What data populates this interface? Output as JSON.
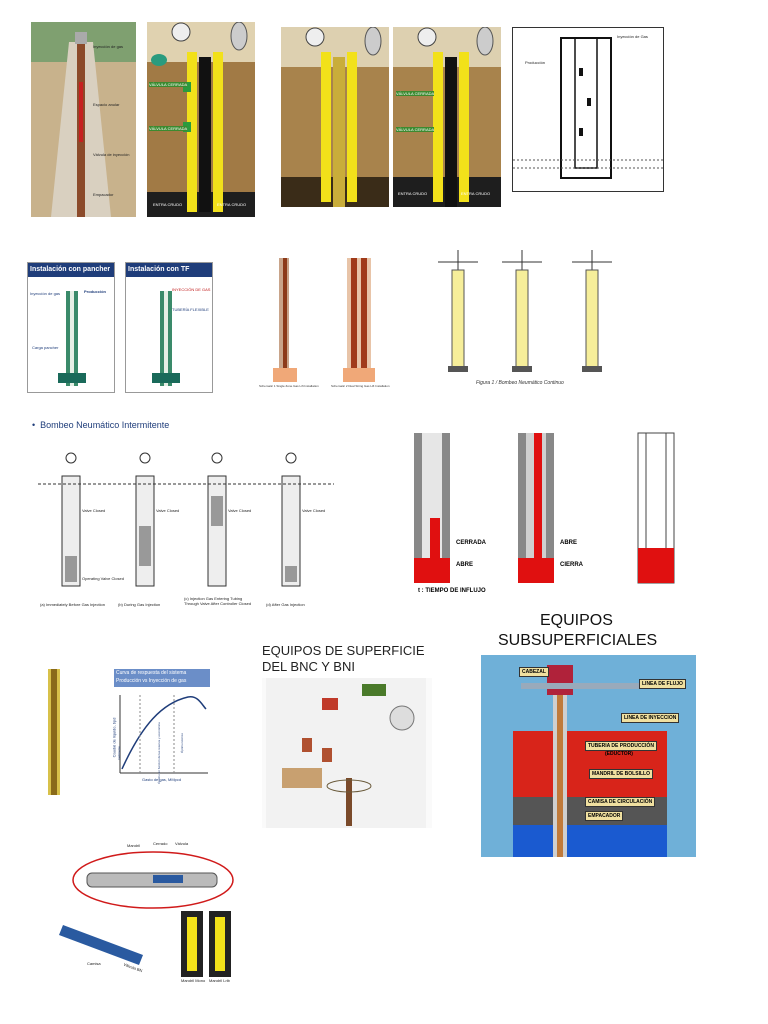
{
  "figures": {
    "well_cross": {
      "labels": [
        "Inyección de gas",
        "Espacio anular",
        "Válvula de inyección",
        "Empacador"
      ]
    },
    "pump_two": {
      "valve1": "VÁLVULA CERRADA",
      "valve2": "VÁLVULA CERRADA",
      "entra_left": "ENTRA CRUDO",
      "entra_right": "ENTRA CRUDO"
    },
    "pump_pair": {
      "valve_a": "VÁLVULA CERRADA",
      "valve_b": "VÁLVULA CERRADA",
      "entra_left": "ENTRA CRUDO",
      "entra_right": "ENTRA CRUDO"
    },
    "schematic_top": {
      "inj": "Inyección de Gas",
      "prod": "Producción"
    },
    "install_pancher": {
      "title": "Instalación con pancher",
      "inj": "Inyección de gas",
      "prod": "Producción",
      "carga": "Carga pancher"
    },
    "install_tf": {
      "title": "Instalación con TF",
      "inj": "INYECCIÓN DE GAS",
      "tub": "TUBERÍA FLEXIBLE"
    },
    "schematics": {
      "s1": "Schematic 1 Single Zone Gas Lift Installation",
      "s2": "Schematic 2 Dual String Gas Lift Installation"
    },
    "continuo": {
      "caption": "Figura 1 / Bombeo Neumático Continuo"
    },
    "intermitente": {
      "bullet": "Bombeo Neumático Intermitente",
      "captions": [
        "(a) Immediately Before Gas Injection",
        "(b) During Gas Injection",
        "(c) Injection Gas Entering Tubing Through Valve After Controller Closed",
        "(d) After Gas Injection"
      ],
      "valve_closed": "Valve Closed",
      "operating": "Operating Valve Closed"
    },
    "influx": {
      "cerrada": "CERRADA",
      "abre_1": "ABRE",
      "abre_2": "ABRE",
      "cierra": "CIERRA",
      "tiempo": "t : TIEMPO DE INFLUJO"
    },
    "curve": {
      "title_1": "Curva de respuesta del sistema",
      "title_2": "Producción vs Inyección de gas",
      "ylabel": "Caudal de liquido, bpd",
      "xlabel": "Gasto de gas, MMpcd",
      "band1": "Ineficiente",
      "band2": "Óptimo en función de las reserva y económica",
      "band3": "Óptimo técnico"
    },
    "superficie": {
      "title_1": "EQUIPOS DE SUPERFICIE",
      "title_2": "DEL BNC Y BNI"
    },
    "subsuperficiales": {
      "title_1": "EQUIPOS",
      "title_2": "SUBSUPERFICIALES",
      "cabezal": "CABEZAL",
      "linea_flujo": "LINEA DE FLUJO",
      "linea_iny": "LINEA DE INYECCION",
      "tuberia_1": "TUBERIA DE PRODUCCIÓN",
      "tuberia_2": "(EDUCTOR)",
      "mandril": "MANDRIL DE BOLSILLO",
      "camisa": "CAMISA DE CIRCULACIÓN",
      "empacador": "EMPACADOR"
    },
    "mandril_fig": {
      "mandril": "Mandril",
      "cerrado": "Cerrado",
      "valvula": "Válvula",
      "camisa": "Camisa",
      "valvula_bn": "Válvula BN",
      "mandril_tag": "Mandril Mono",
      "mandril_tag2": "Mandril Lrib"
    }
  },
  "colors": {
    "yellow": "#f2e11a",
    "red": "#e01010",
    "blue_bg": "#6fb0d8",
    "soil": "#b98a4f"
  }
}
